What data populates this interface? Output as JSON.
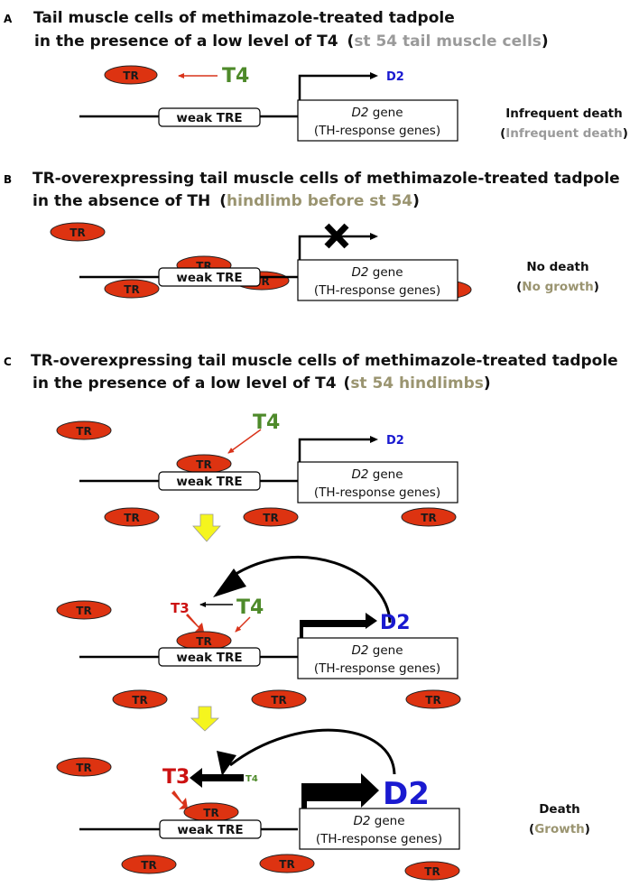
{
  "colors": {
    "tr_fill": "#dd3311",
    "t4_green": "#4e8a2a",
    "t3_red": "#cc1111",
    "d2_blue": "#1a1ad0",
    "gray_note": "#9a9a9a",
    "olive_note": "#9a9470",
    "yellow_arrow": "#f5f51e",
    "red_arrow": "#d9331a"
  },
  "labels": {
    "tr": "TR",
    "weak_tre": "weak TRE",
    "d2_gene_italic": "D2",
    "d2_gene_rest": " gene",
    "th_response": "(TH-response genes)",
    "d2": "D2",
    "t4": "T4",
    "t3": "T3",
    "open_paren": "(",
    "close_paren": ")"
  },
  "panels": [
    {
      "letter": "A",
      "title_line1": "Tail muscle cells of methimazole-treated tadpole",
      "title_line2": "in the presence of a low level of T4",
      "title_note": "st 54 tail muscle cells",
      "outcome": "Infrequent death",
      "outcome_note": "Infrequent death"
    },
    {
      "letter": "B",
      "title_line1": "TR-overexpressing tail muscle cells of methimazole-treated tadpole",
      "title_line2": "in the absence of  TH",
      "title_note": "hindlimb before st 54",
      "outcome": "No death",
      "outcome_note": "No growth"
    },
    {
      "letter": "C",
      "title_line1": "TR-overexpressing tail muscle cells of methimazole-treated tadpole",
      "title_line2": "in the presence of a low level of T4",
      "title_note": "st 54 hindlimbs",
      "outcome": "Death",
      "outcome_note": "Growth"
    }
  ]
}
